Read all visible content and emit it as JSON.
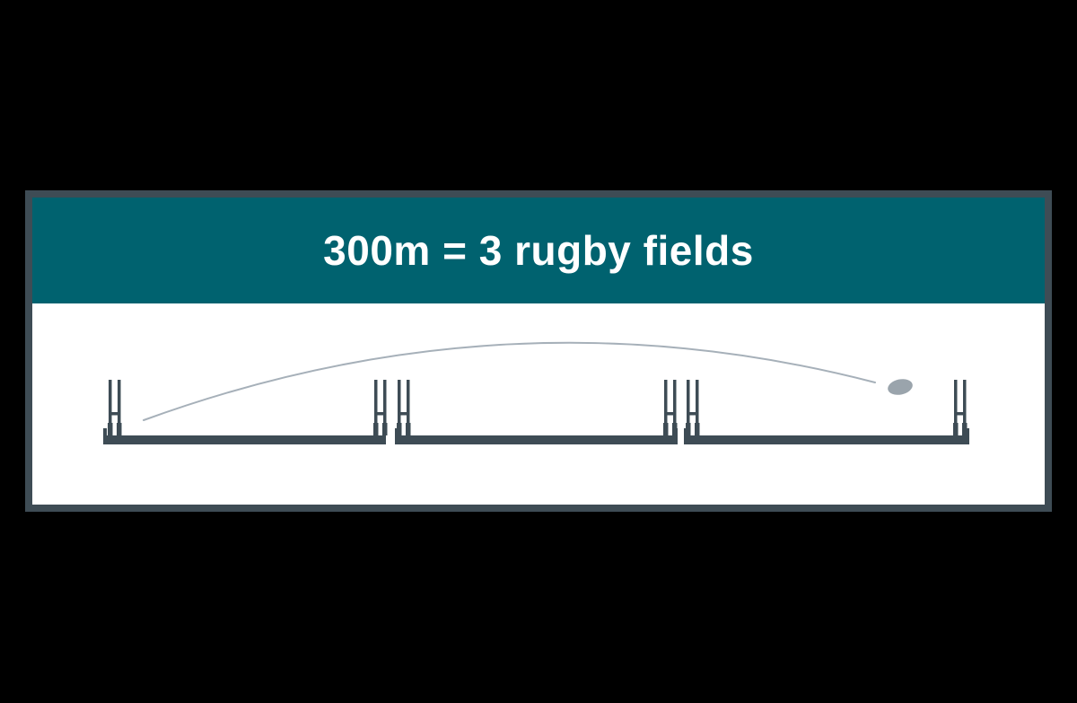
{
  "infographic": {
    "title": "300m = 3 rugby fields",
    "diagram": {
      "field_count": 3,
      "goal_posts_per_field": 2,
      "ball_icon": "rugby-ball-icon",
      "trajectory": "kick-trajectory-arc"
    },
    "colors": {
      "background": "#000000",
      "panel_border": "#3e4c55",
      "header_background": "#00626f",
      "header_text": "#ffffff",
      "diagram_background": "#ffffff",
      "field": "#3e4c55",
      "trajectory": "#a6b0b9",
      "ball": "#9aa4ac"
    }
  }
}
